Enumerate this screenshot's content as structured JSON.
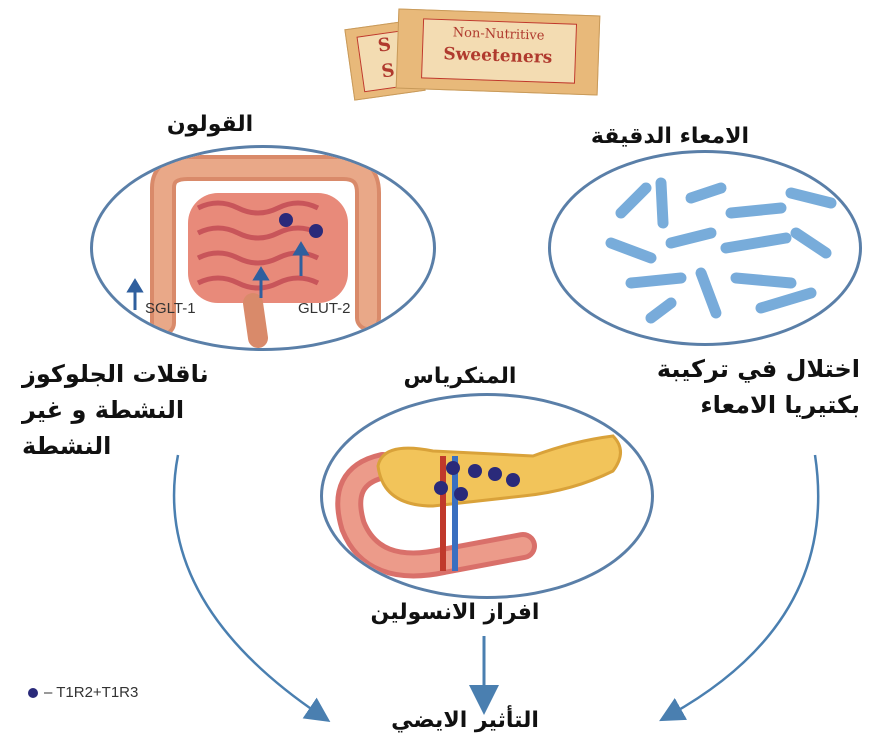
{
  "header": {
    "packet_front_line1": "Non-Nutritive",
    "packet_front_line2": "Sweeteners",
    "packet_back_letter1": "S",
    "packet_back_letter2": "S"
  },
  "colon": {
    "title": "القولون",
    "sglt_label": "SGLT-1",
    "glut_label": "GLUT-2"
  },
  "small_intestine": {
    "title": "الامعاء الدقيقة"
  },
  "pancreas": {
    "title": "المنكرياس"
  },
  "left_text": {
    "line1": "ناقلات الجلوكوز",
    "line2": "النشطة و غير",
    "line3": "النشطة"
  },
  "right_text": {
    "line1": "اختلال في تركيبة",
    "line2": "بكتيريا الامعاء"
  },
  "insulin_label": "افراز الانسولين",
  "result_label": "التأثير الايضي",
  "legend": {
    "text": "– T1R2+T1R3"
  },
  "colors": {
    "circle_border": "#5a7fa8",
    "arrow": "#4a7fb0",
    "receptor_dot": "#2a2a7a",
    "packet": "#e8b97a"
  }
}
